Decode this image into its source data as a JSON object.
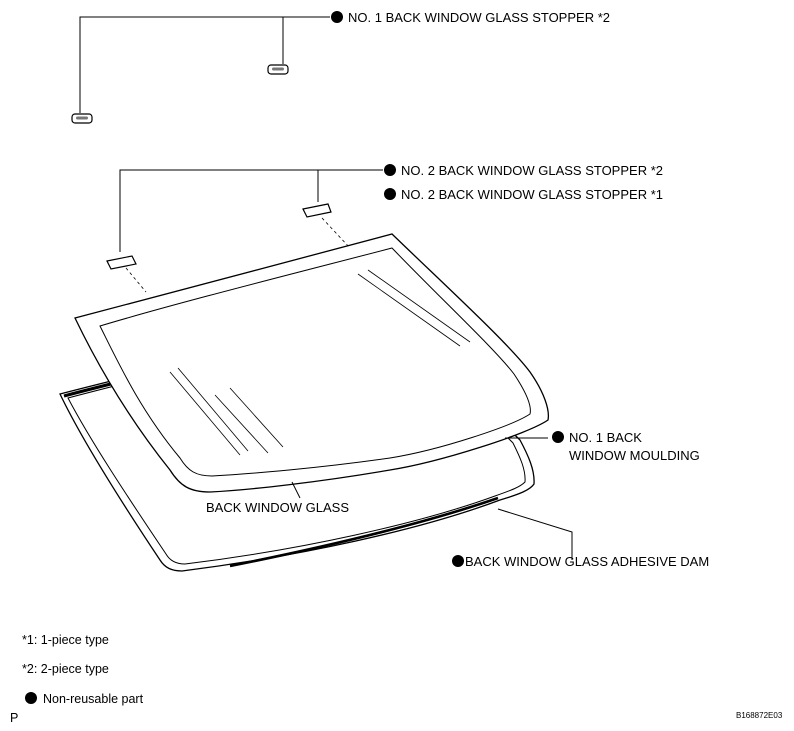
{
  "labels": {
    "stopper1_no1": "NO. 1 BACK WINDOW GLASS STOPPER *2",
    "stopper2_no2_type2": "NO. 2 BACK WINDOW GLASS STOPPER *2",
    "stopper2_no2_type1": "NO. 2 BACK WINDOW GLASS STOPPER *1",
    "moulding_line1": "NO. 1 BACK",
    "moulding_line2": "WINDOW MOULDING",
    "glass": "BACK WINDOW GLASS",
    "dam": "BACK WINDOW GLASS ADHESIVE DAM"
  },
  "legend": {
    "note1": "*1: 1-piece type",
    "note2": "*2: 2-piece type",
    "non_reusable": "Non-reusable part"
  },
  "footer": {
    "corner_letter": "P",
    "figure_code": "B168872E03"
  }
}
